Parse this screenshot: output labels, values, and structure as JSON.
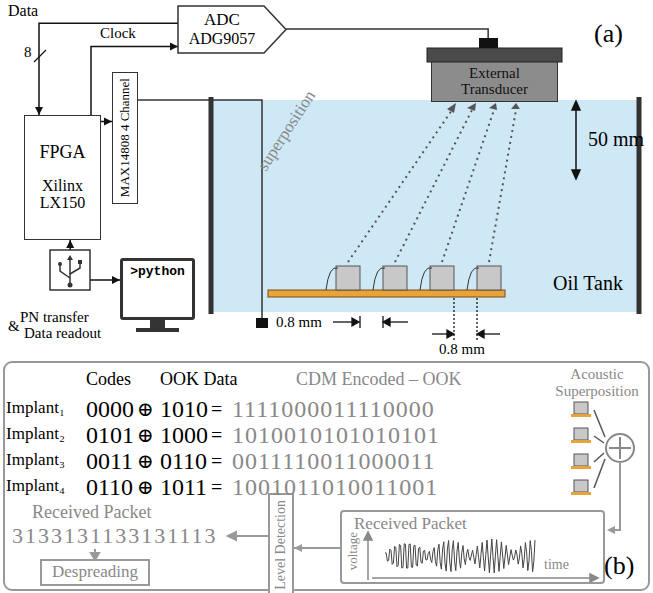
{
  "diagram": {
    "nodes": [
      {
        "text": [
          "ADC",
          "ADG9057"
        ]
      },
      {
        "text": [
          "FPGA",
          "Xilinx LX150"
        ]
      },
      {
        "text": [
          "MAX14808 4 Channel"
        ]
      },
      {
        "text": [
          ">python"
        ]
      },
      {
        "text": [
          "External Transducer"
        ]
      },
      {
        "text": [
          "Received Packet"
        ]
      },
      {
        "text": [
          "Level Detection"
        ]
      },
      {
        "text": [
          "Despreading"
        ]
      }
    ],
    "edges": [
      {
        "from": 1,
        "to": 0,
        "label": "Clock",
        "arrow": "to"
      },
      {
        "from": 0,
        "to": 1,
        "label": "Data",
        "arrow": "to"
      },
      {
        "from": 1,
        "to": 2,
        "arrow": "to"
      },
      {
        "from": 4,
        "to": 0,
        "arrow": "none"
      },
      {
        "from": 3,
        "to": 1,
        "arrow": "both"
      },
      {
        "from": 5,
        "to": 6,
        "arrow": "to"
      }
    ],
    "labels": [
      "8",
      "superposition",
      "50 mm",
      "0.8 mm",
      "0.8 mm",
      "Oil Tank",
      "PN transfer",
      "&",
      "Data readout",
      "(a)",
      "Codes",
      "OOK Data",
      "CDM Encoded – OOK",
      "Acoustic Superposition",
      "Implant₁",
      "0000",
      "⊕",
      "1010",
      "=",
      "1111000011110000",
      "Implant₂",
      "0101",
      "⊕",
      "1000",
      "=",
      "1010010101010101",
      "Implant₃",
      "0011",
      "⊕",
      "0110",
      "=",
      "0011110011000011",
      "Implant₄",
      "0110",
      "⊕",
      "1011",
      "=",
      "1001011010011001",
      "Received Packet",
      "3133131133131113",
      "voltage",
      "time",
      "(b)"
    ]
  }
}
